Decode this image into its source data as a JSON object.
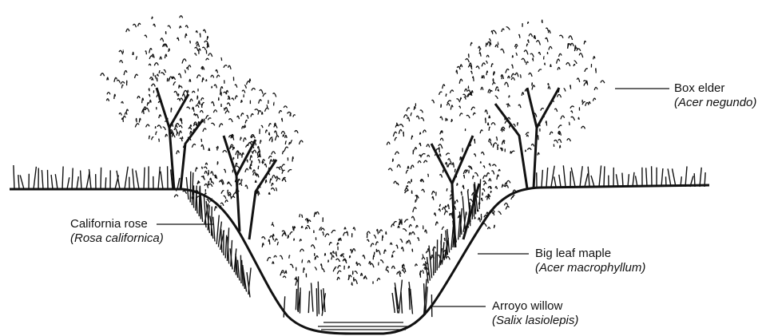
{
  "labels": {
    "box_elder": {
      "common": "Box elder",
      "scientific": "(Acer negundo)"
    },
    "california_rose": {
      "common": "California rose",
      "scientific": "(Rosa californica)"
    },
    "big_leaf_maple": {
      "common": "Big leaf maple",
      "scientific": "(Acer macrophyllum)"
    },
    "arroyo_willow": {
      "common": "Arroyo willow",
      "scientific": "(Salix lasiolepis)"
    }
  },
  "colors": {
    "ink": "#111111",
    "background": "#ffffff"
  }
}
